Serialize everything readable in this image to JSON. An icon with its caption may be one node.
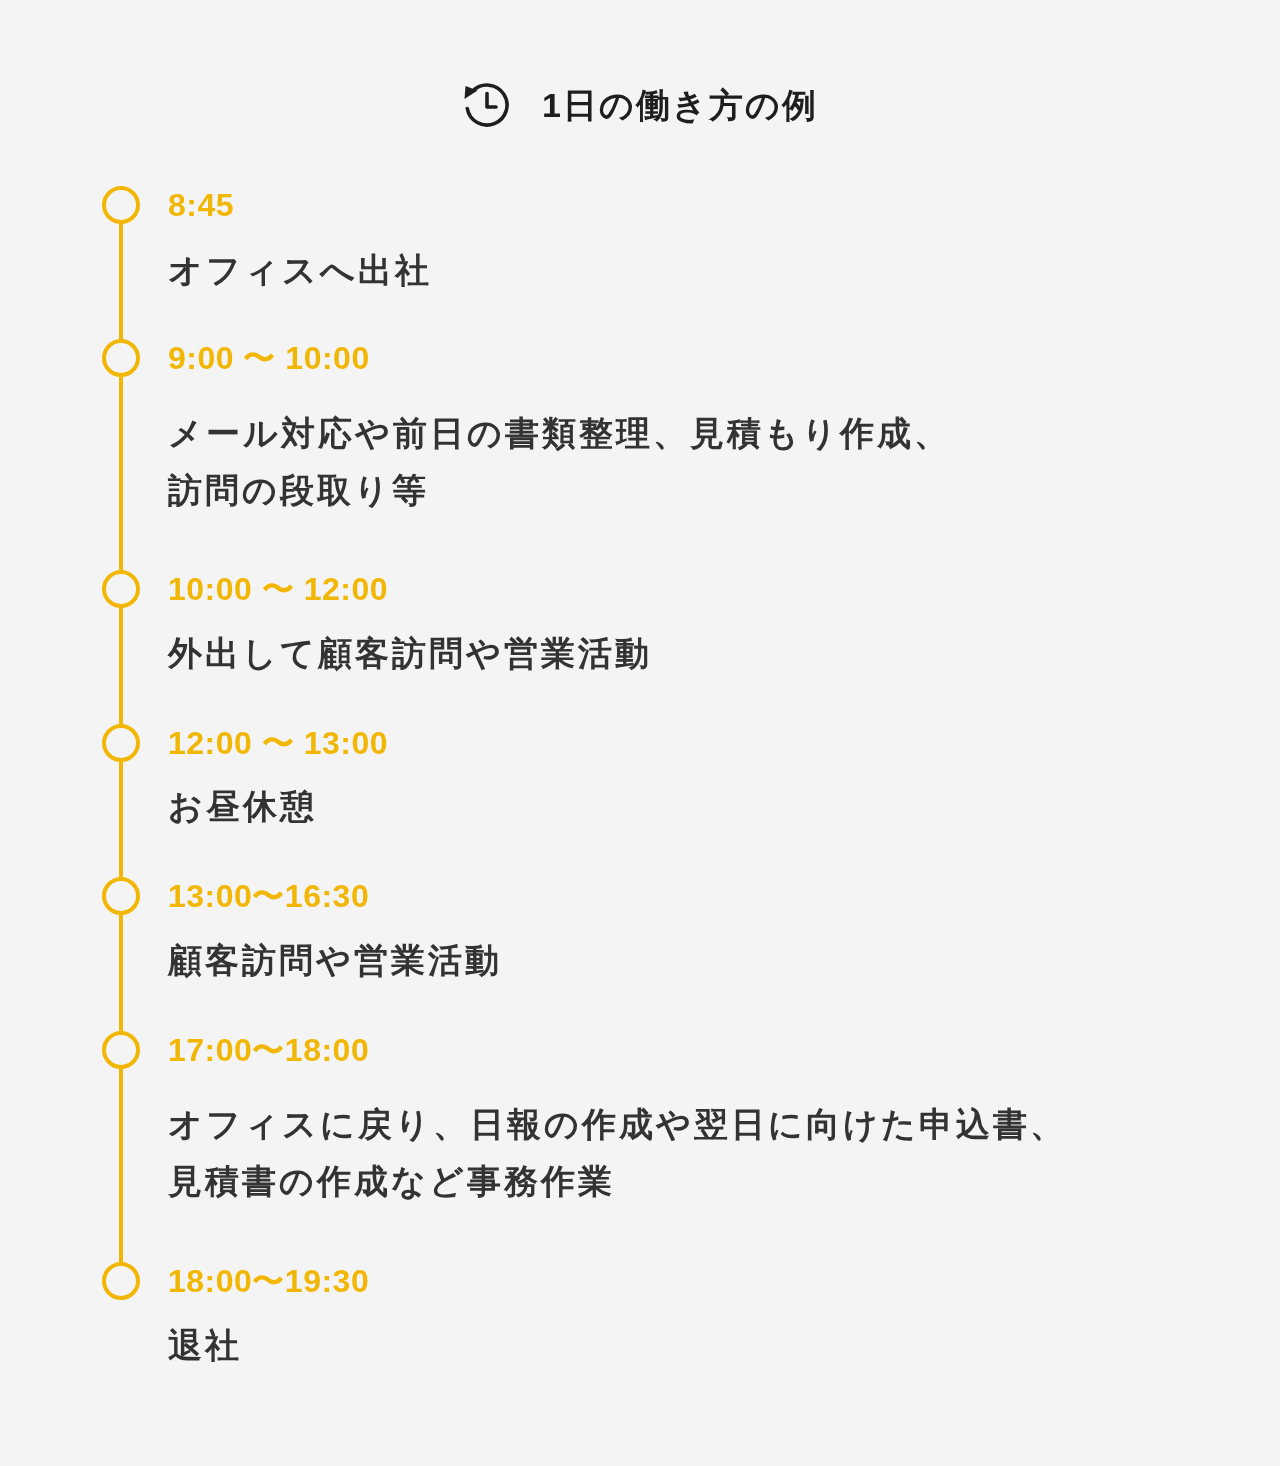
{
  "diagram": {
    "title": "1日の働き方の例",
    "nodes": [
      {
        "text": [],
        "shape": "circle",
        "beside": [
          "8:45",
          "オフィスへ出社"
        ]
      },
      {
        "text": [],
        "shape": "circle",
        "beside": [
          "9:00 〜 10:00",
          "メール対応や前日の書類整理、見積もり作成、訪問の段取り等"
        ]
      },
      {
        "text": [],
        "shape": "circle",
        "beside": [
          "10:00 〜 12:00",
          "外出して顧客訪問や営業活動"
        ]
      },
      {
        "text": [],
        "shape": "circle",
        "beside": [
          "12:00 〜 13:00",
          "お昼休憩"
        ]
      },
      {
        "text": [],
        "shape": "circle",
        "beside": [
          "13:00〜16:30",
          "顧客訪問や営業活動"
        ]
      },
      {
        "text": [],
        "shape": "circle",
        "beside": [
          "17:00〜18:00",
          "オフィスに戻り、日報の作成や翌日に向けた申込書、見積書の作成など事務作業"
        ]
      },
      {
        "text": [],
        "shape": "circle",
        "beside": [
          "18:00〜19:30",
          "退社"
        ]
      }
    ],
    "edges": [
      {
        "from": 0,
        "to": 1,
        "arrow": "none"
      },
      {
        "from": 1,
        "to": 2,
        "arrow": "none"
      },
      {
        "from": 2,
        "to": 3,
        "arrow": "none"
      },
      {
        "from": 3,
        "to": 4,
        "arrow": "none"
      },
      {
        "from": 4,
        "to": 5,
        "arrow": "none"
      },
      {
        "from": 5,
        "to": 6,
        "arrow": "none"
      }
    ]
  }
}
